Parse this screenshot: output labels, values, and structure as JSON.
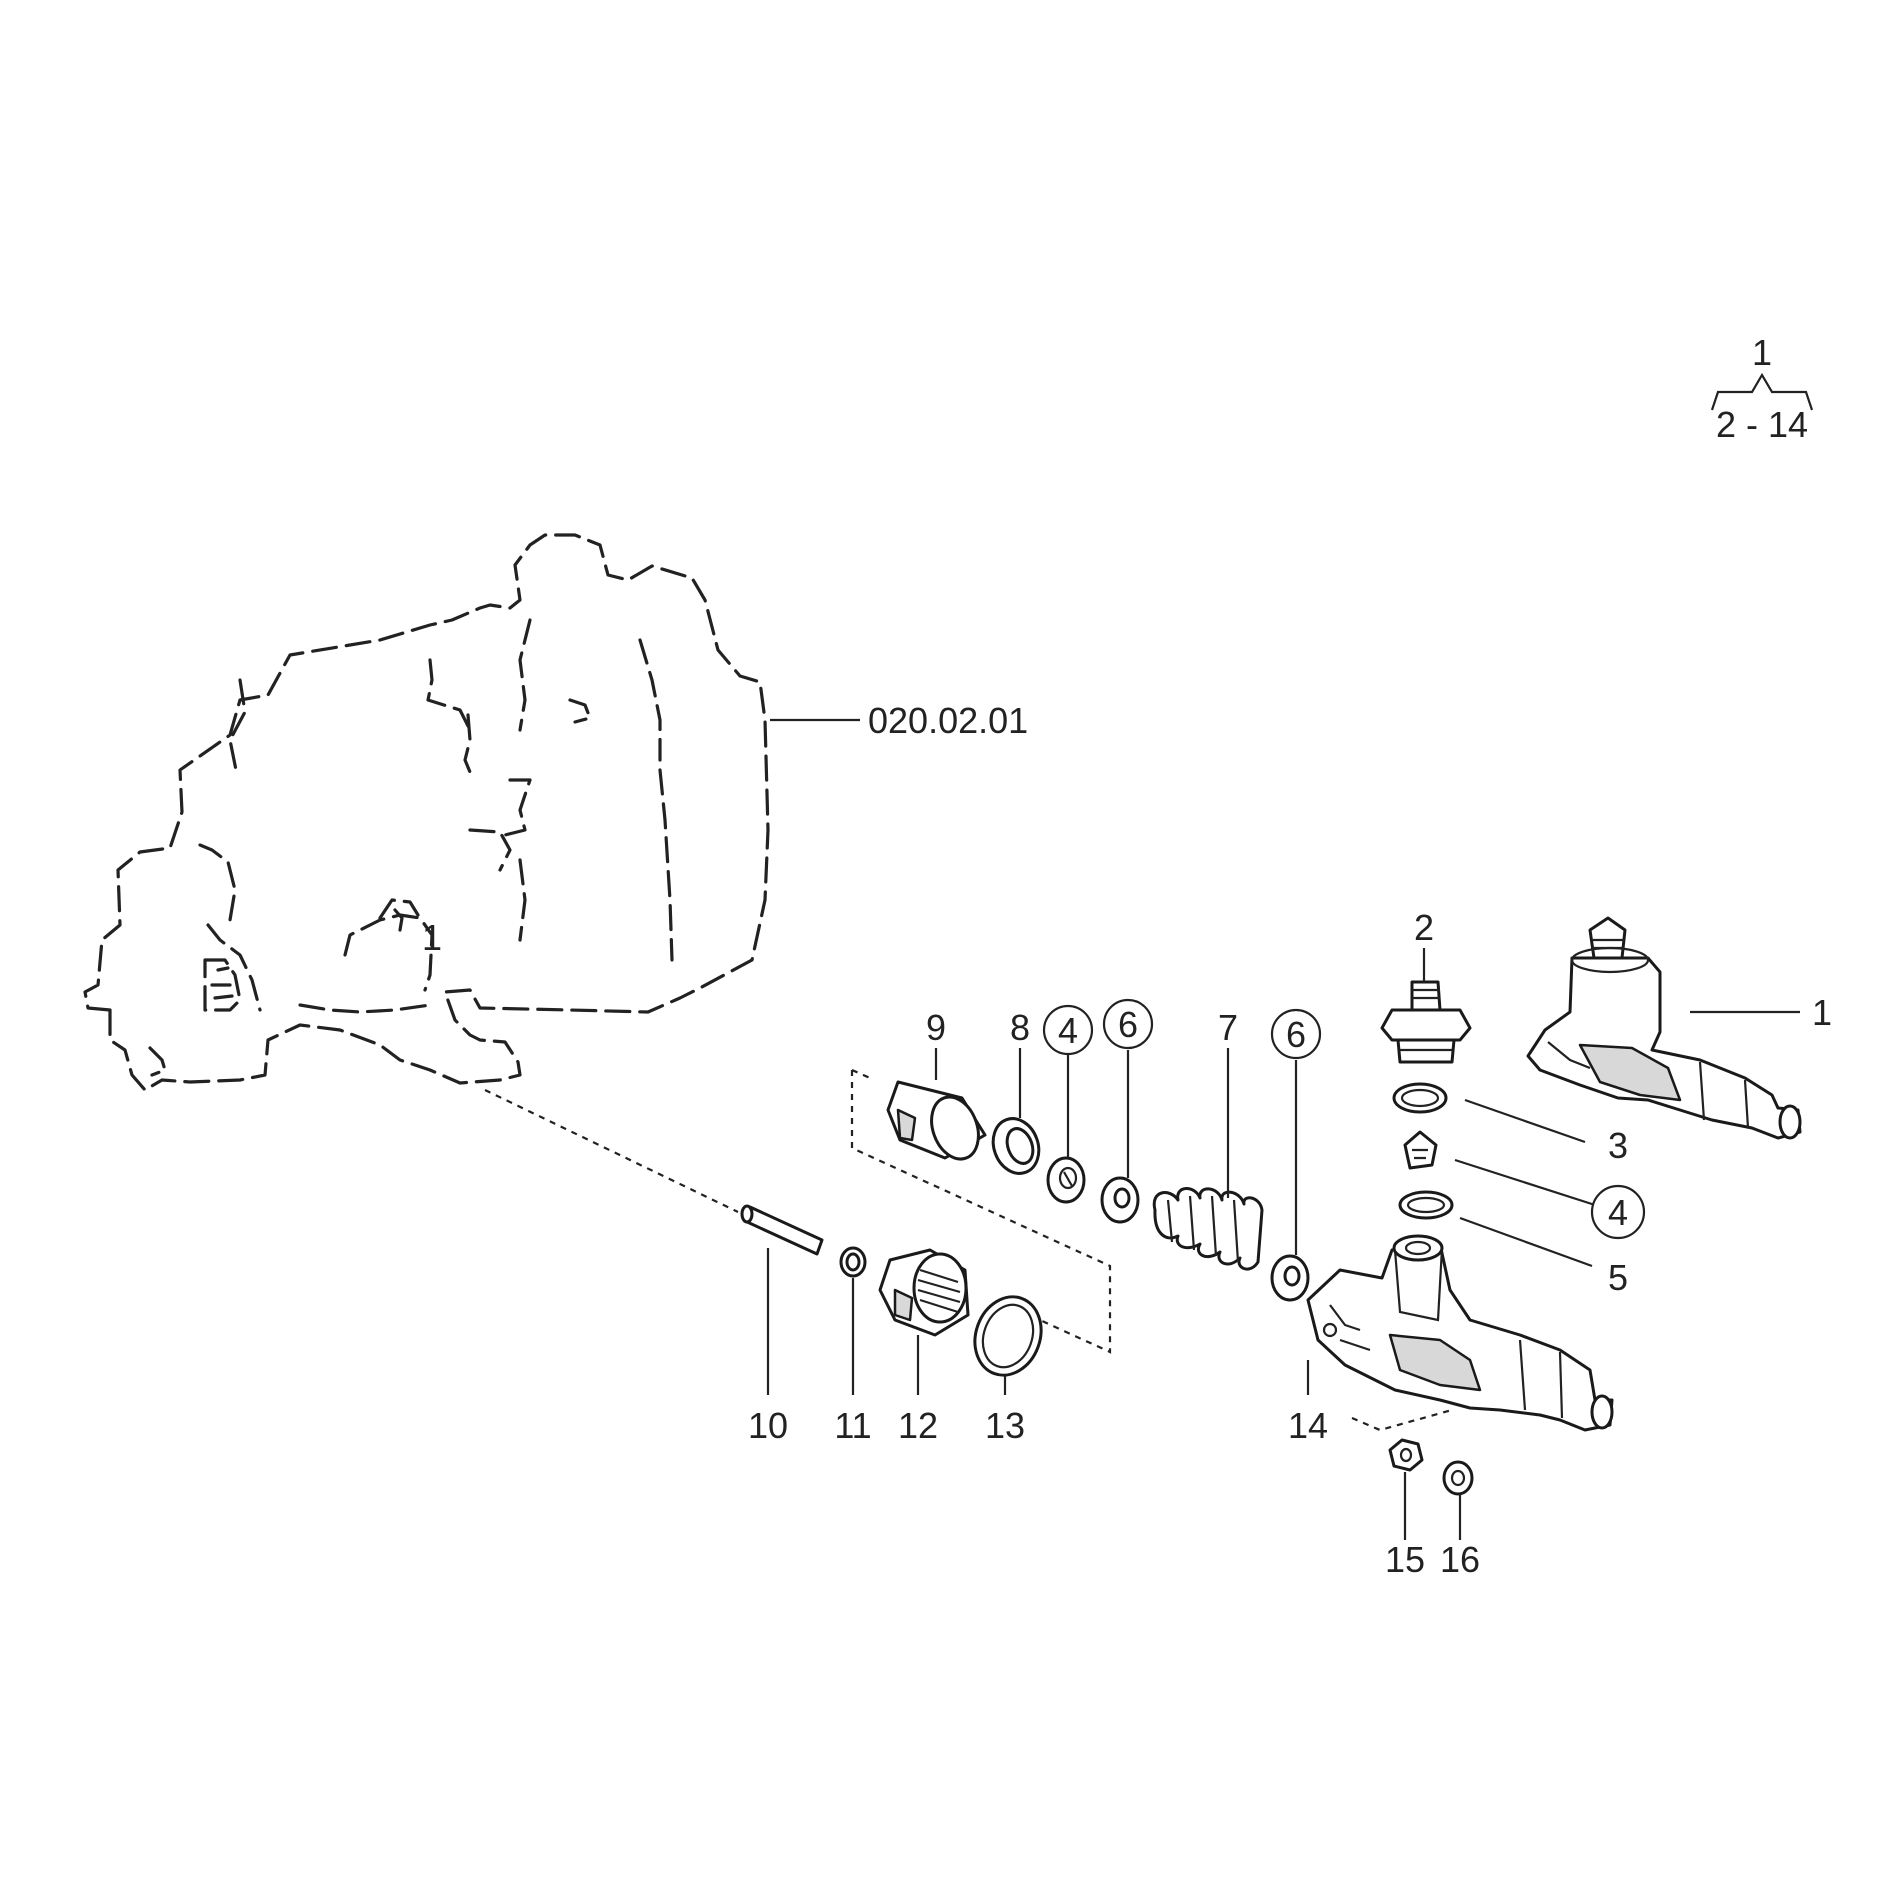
{
  "legend": {
    "top": "1",
    "range": "2 - 14"
  },
  "reference": "020.02.01",
  "labels": {
    "p1_on_housing": "1",
    "p1": "1",
    "p2": "2",
    "p3": "3",
    "p4_circled_right": "4",
    "p4_circled_top": "4",
    "p5": "5",
    "p6_circled_a": "6",
    "p6_circled_b": "6",
    "p7": "7",
    "p8": "8",
    "p9": "9",
    "p10": "10",
    "p11": "11",
    "p12": "12",
    "p13": "13",
    "p14": "14",
    "p15": "15",
    "p16": "16"
  }
}
